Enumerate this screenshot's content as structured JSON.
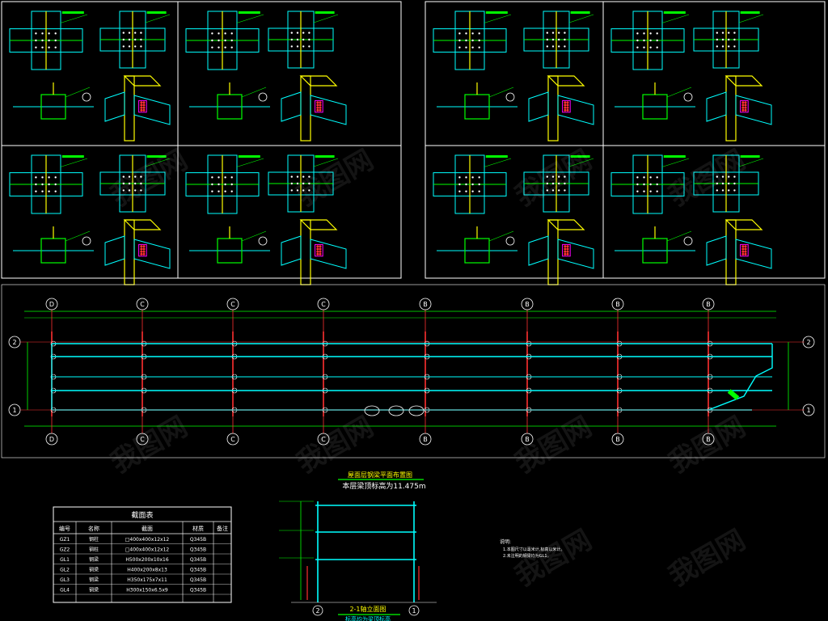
{
  "plan": {
    "title": "屋面层钢梁平面布置图",
    "subtitle": "本层梁顶标高为11.475m",
    "axes_letters": [
      "D",
      "C",
      "C",
      "C",
      "B",
      "B",
      "B",
      "B"
    ],
    "axes_rows": [
      "2",
      "1"
    ]
  },
  "section_table": {
    "title": "截面表",
    "headers": [
      "编号",
      "名称",
      "截面",
      "材质",
      "备注"
    ],
    "rows": [
      [
        "GZ1",
        "钢柱",
        "□400x400x12x12",
        "Q345B",
        ""
      ],
      [
        "GZ2",
        "钢柱",
        "□400x400x12x12",
        "Q345B",
        ""
      ],
      [
        "GL1",
        "钢梁",
        "H500x200x10x16",
        "Q345B",
        ""
      ],
      [
        "GL2",
        "钢梁",
        "H400x200x8x13",
        "Q345B",
        ""
      ],
      [
        "GL3",
        "钢梁",
        "H350x175x7x11",
        "Q345B",
        ""
      ],
      [
        "GL4",
        "钢梁",
        "H300x150x6.5x9",
        "Q345B",
        ""
      ]
    ]
  },
  "elevation": {
    "title": "2-1轴立面图",
    "caption": "标高均为梁顶标高",
    "axis_left": "2",
    "axis_right": "1"
  },
  "notes": {
    "heading": "说明:",
    "lines": [
      "1.本图尺寸以毫米计,标高以米计。",
      "2.未注明的钢梁均为GL1。"
    ]
  },
  "colors": {
    "background": "#000000",
    "frame": "#ffffff",
    "beam_cyan": "#00ffff",
    "column_red": "#ff3030",
    "dim_green": "#00ff00",
    "detail_yellow": "#ffff00",
    "detail_magenta": "#ff00ff",
    "axis_bubble": "#ffffff"
  },
  "watermark": "我图网"
}
